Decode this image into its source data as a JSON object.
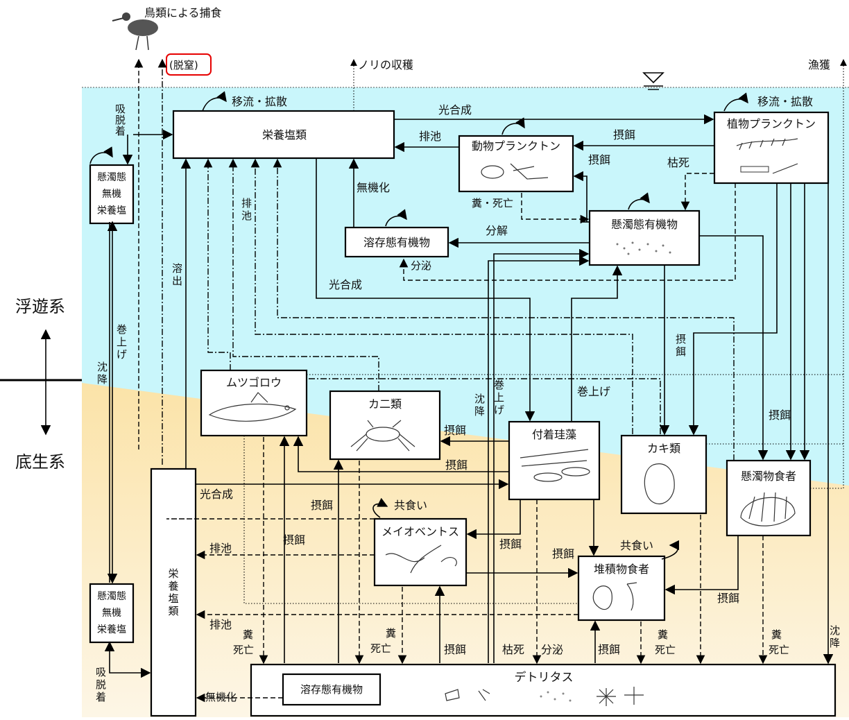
{
  "zones": {
    "pelagic": "浮遊系",
    "benthic": "底生系"
  },
  "colors": {
    "water": "#c9f6fb",
    "sediment": "#fbe8b8",
    "highlight": "#e60000"
  },
  "top": {
    "bird_predation": "鳥類による捕食",
    "denitrification": "(脱窒)",
    "nori_harvest": "ノリの収穫",
    "fishery": "漁獲"
  },
  "boxes": {
    "nutrients_water": "栄養塩類",
    "phytoplankton": "植物プランクトン",
    "zooplankton": "動物プランクトン",
    "particulate_organic": "懸濁態有機物",
    "dissolved_organic": "溶存態有機物",
    "suspended_inorganic_upper": [
      "懸濁態",
      "無機",
      "栄養塩"
    ],
    "suspended_inorganic_lower": [
      "懸濁態",
      "無機",
      "栄養塩"
    ],
    "mutsugoro": "ムツゴロウ",
    "crab": "カ二類",
    "diatom": "付着珪藻",
    "oyster": "カキ類",
    "suspension_feeder": "懸濁物食者",
    "meiobenthos": "メイオベントス",
    "deposit_feeder": "堆積物食者",
    "nutrients_sediment": [
      "栄",
      "養",
      "塩",
      "類"
    ],
    "detritus": "デトリタス",
    "dissolved_organic_sed": "溶存態有機物"
  },
  "labels": {
    "advection1": "移流・拡散",
    "advection2": "移流・拡散",
    "photosynthesis_top": "光合成",
    "photosynthesis_mid": "光合成",
    "photosynthesis_low": "光合成",
    "excretion_top": "排池",
    "grazing_zoo": "摂餌",
    "grazing_zoo2": "摂餌",
    "mortality": "枯死",
    "feces_death": "糞・死亡",
    "mineralization": "無機化",
    "decomposition": "分解",
    "secretion": "分泌",
    "adsorb_upper": [
      "吸",
      "脱",
      "着"
    ],
    "adsorb_lower": [
      "吸",
      "脱",
      "着"
    ],
    "excretion_vert": [
      "排",
      "池"
    ],
    "elution": [
      "溶",
      "出"
    ],
    "resuspension_vert": [
      "巻",
      "上",
      "げ"
    ],
    "settling_vert": [
      "沈",
      "降"
    ],
    "resuspension_mid": "巻上げ",
    "grazing_oyster": [
      "摂",
      "餌"
    ],
    "grazing_crab_a": "摂餌",
    "grazing_crab_b": "摂餌",
    "grazing_susp": "摂餌",
    "cannibal_meio": "共食い",
    "cannibal_dep": "共食い",
    "grazing_meio_l": "摂餌",
    "grazing_meio_r": "摂餌",
    "grazing_left": "摂餌",
    "grazing_dep": "摂餌",
    "grazing_dep_r": "摂餌",
    "excretion_a": "排池",
    "excretion_b": "排池",
    "feces_a": [
      "糞",
      "死亡"
    ],
    "feces_b": [
      "糞",
      "死亡"
    ],
    "feces_c": [
      "糞",
      "死亡"
    ],
    "feces_d": [
      "糞",
      "死亡"
    ],
    "grazing_bot_a": "摂餌",
    "mortality_bot": "枯死",
    "secretion_bot": "分泌",
    "grazing_bot_b": "摂餌",
    "settling_right": [
      "沈",
      "降"
    ],
    "mineralization_bot": "無機化"
  }
}
